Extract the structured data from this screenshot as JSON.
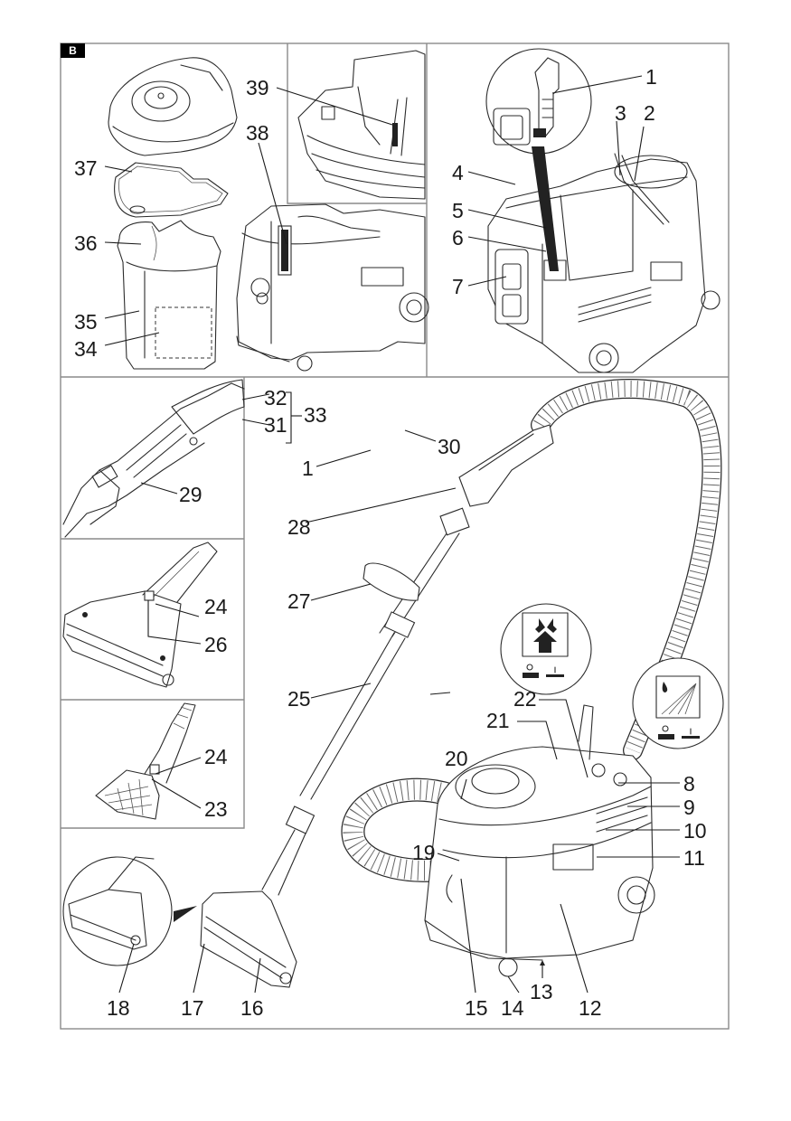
{
  "figure": {
    "badge": "B",
    "panels": [
      {
        "id": "top-left",
        "title": "filter-and-container-exploded"
      },
      {
        "id": "top-right",
        "title": "device-top-view"
      },
      {
        "id": "left-1",
        "title": "hand-spray-tube"
      },
      {
        "id": "left-2",
        "title": "floor-nozzle-detail"
      },
      {
        "id": "left-3",
        "title": "upholstery-nozzle-detail"
      },
      {
        "id": "main",
        "title": "device-overview"
      }
    ],
    "labels": {
      "l1_top": "1",
      "l2": "2",
      "l3": "3",
      "l4": "4",
      "l5": "5",
      "l6": "6",
      "l7": "7",
      "l8": "8",
      "l9": "9",
      "l10": "10",
      "l11": "11",
      "l12": "12",
      "l13": "13",
      "l14": "14",
      "l15": "15",
      "l16": "16",
      "l17": "17",
      "l18": "18",
      "l19": "19",
      "l20": "20",
      "l21": "21",
      "l22": "22",
      "l23": "23",
      "l24a": "24",
      "l24b": "24",
      "l25": "25",
      "l26": "26",
      "l27": "27",
      "l28": "28",
      "l29": "29",
      "l30": "30",
      "l1_mid": "1",
      "l31": "31",
      "l32": "32",
      "l33": "33",
      "l34": "34",
      "l35": "35",
      "l36": "36",
      "l37": "37",
      "l38": "38",
      "l39": "39"
    },
    "switch_symbols": [
      {
        "name": "suction-switch",
        "icon": "suction-icon",
        "states": [
          "O",
          "I"
        ]
      },
      {
        "name": "spray-switch",
        "icon": "spray-water-icon",
        "states": [
          "O",
          "I"
        ]
      }
    ]
  }
}
